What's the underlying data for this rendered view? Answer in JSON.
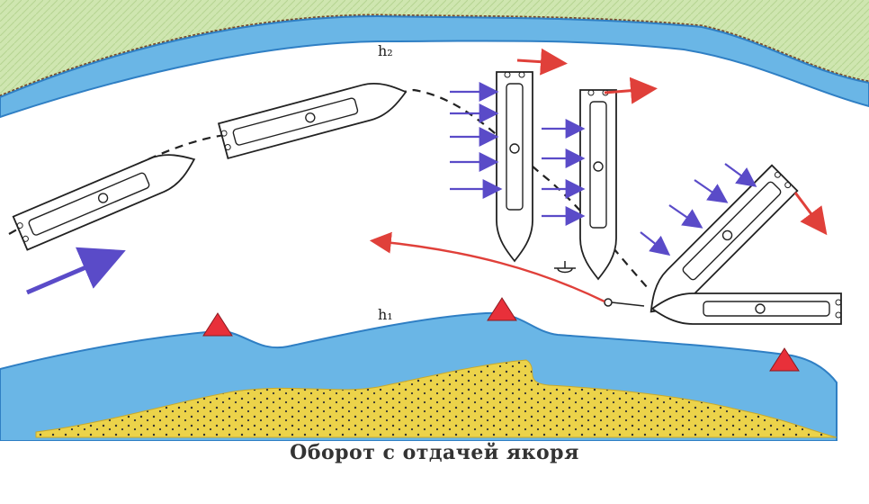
{
  "caption": "Оборот с отдачей якоря",
  "labels": {
    "h_top": "h₂",
    "h_bottom": "h₁"
  },
  "colors": {
    "water": "#6ab6e6",
    "water_edge": "#2f7fc4",
    "bank_green": "#cfe6b0",
    "sand": "#ecd34a",
    "buoy": "#e8303a",
    "current_arrow": "#5a4bc8",
    "motion_arrow": "#e0403a",
    "hull_stroke": "#222222"
  }
}
